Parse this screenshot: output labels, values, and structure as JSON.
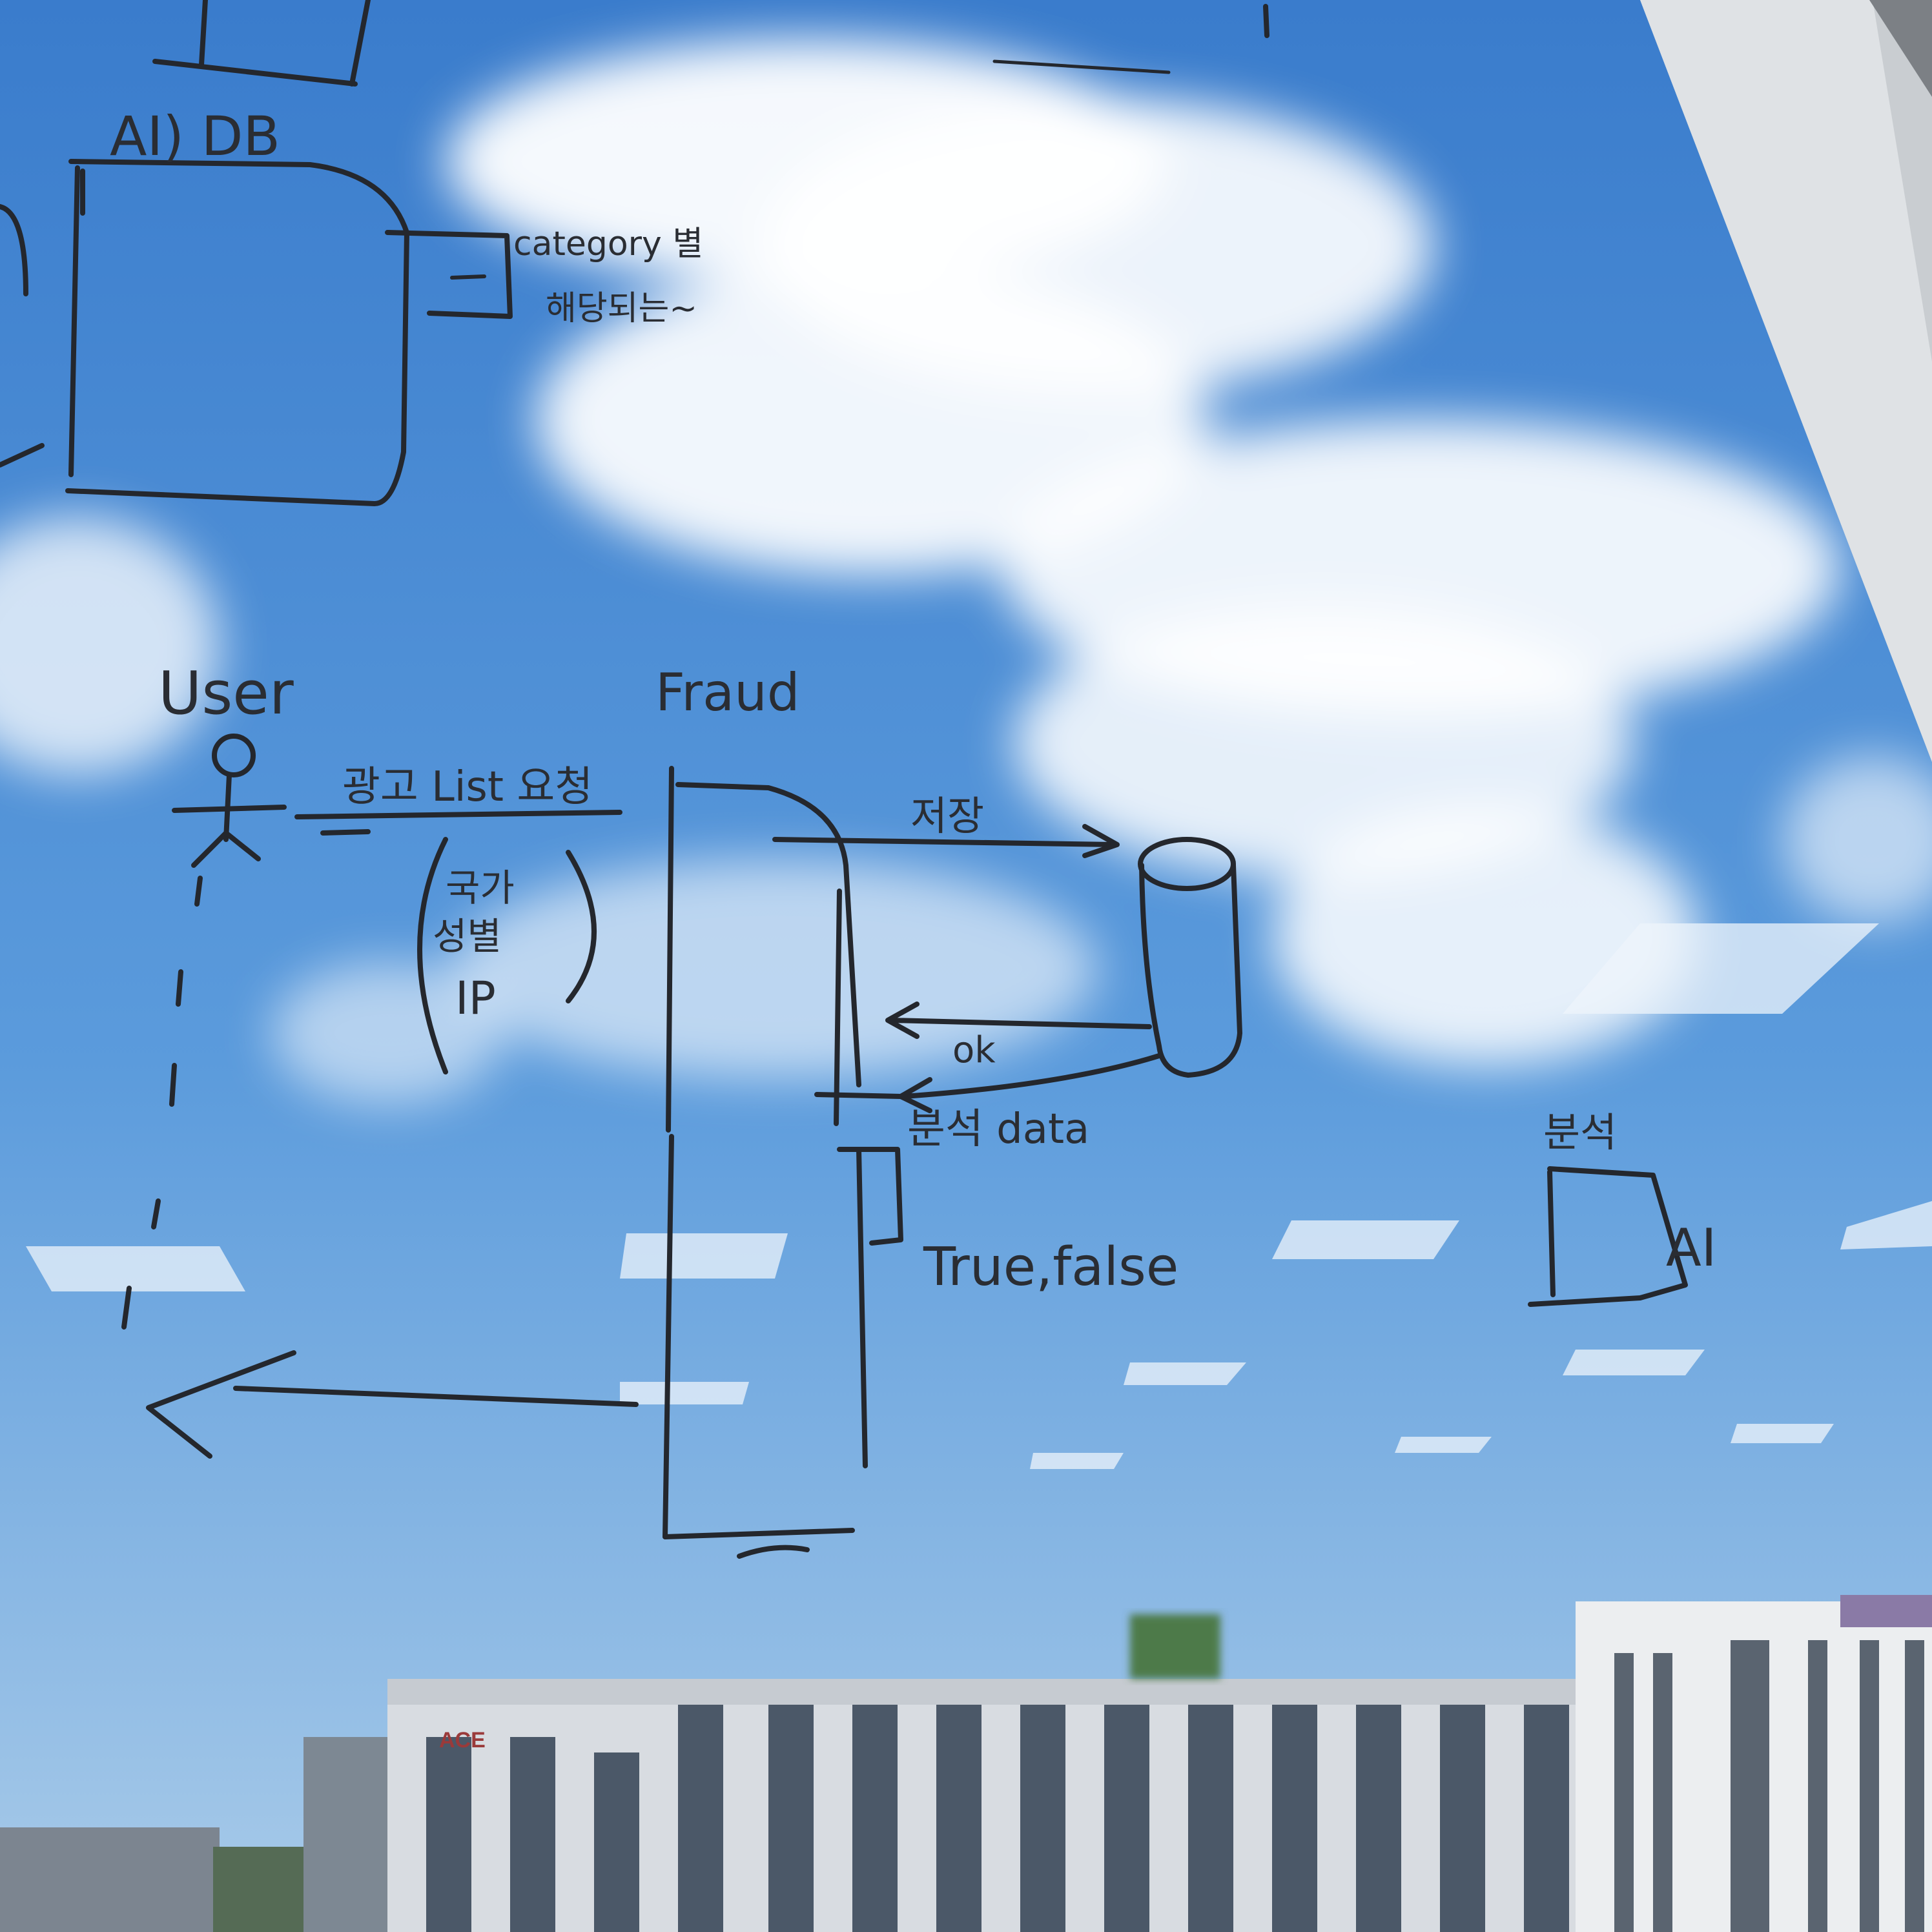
{
  "scene": {
    "description_colors": {
      "sky_top": "#3f82d0",
      "sky_bottom": "#9ec4e8",
      "ink": "#24272d",
      "cloud": "#ffffff",
      "building": "#d9dde2"
    }
  },
  "labels": {
    "db_title": "AI) DB",
    "category_note_line1": "category 별",
    "category_note_line2": "해당되는~",
    "user": "User",
    "fraud": "Fraud",
    "request": "광고 List 요청",
    "param_country": "국가",
    "param_gender": "성별",
    "param_ip": "IP",
    "store": "저장",
    "ok": "ok",
    "analysis_data": "분석 data",
    "true_false": "True,false",
    "analysis_ai_title": "분석",
    "ai": "AI",
    "building_sign": "ACE"
  }
}
